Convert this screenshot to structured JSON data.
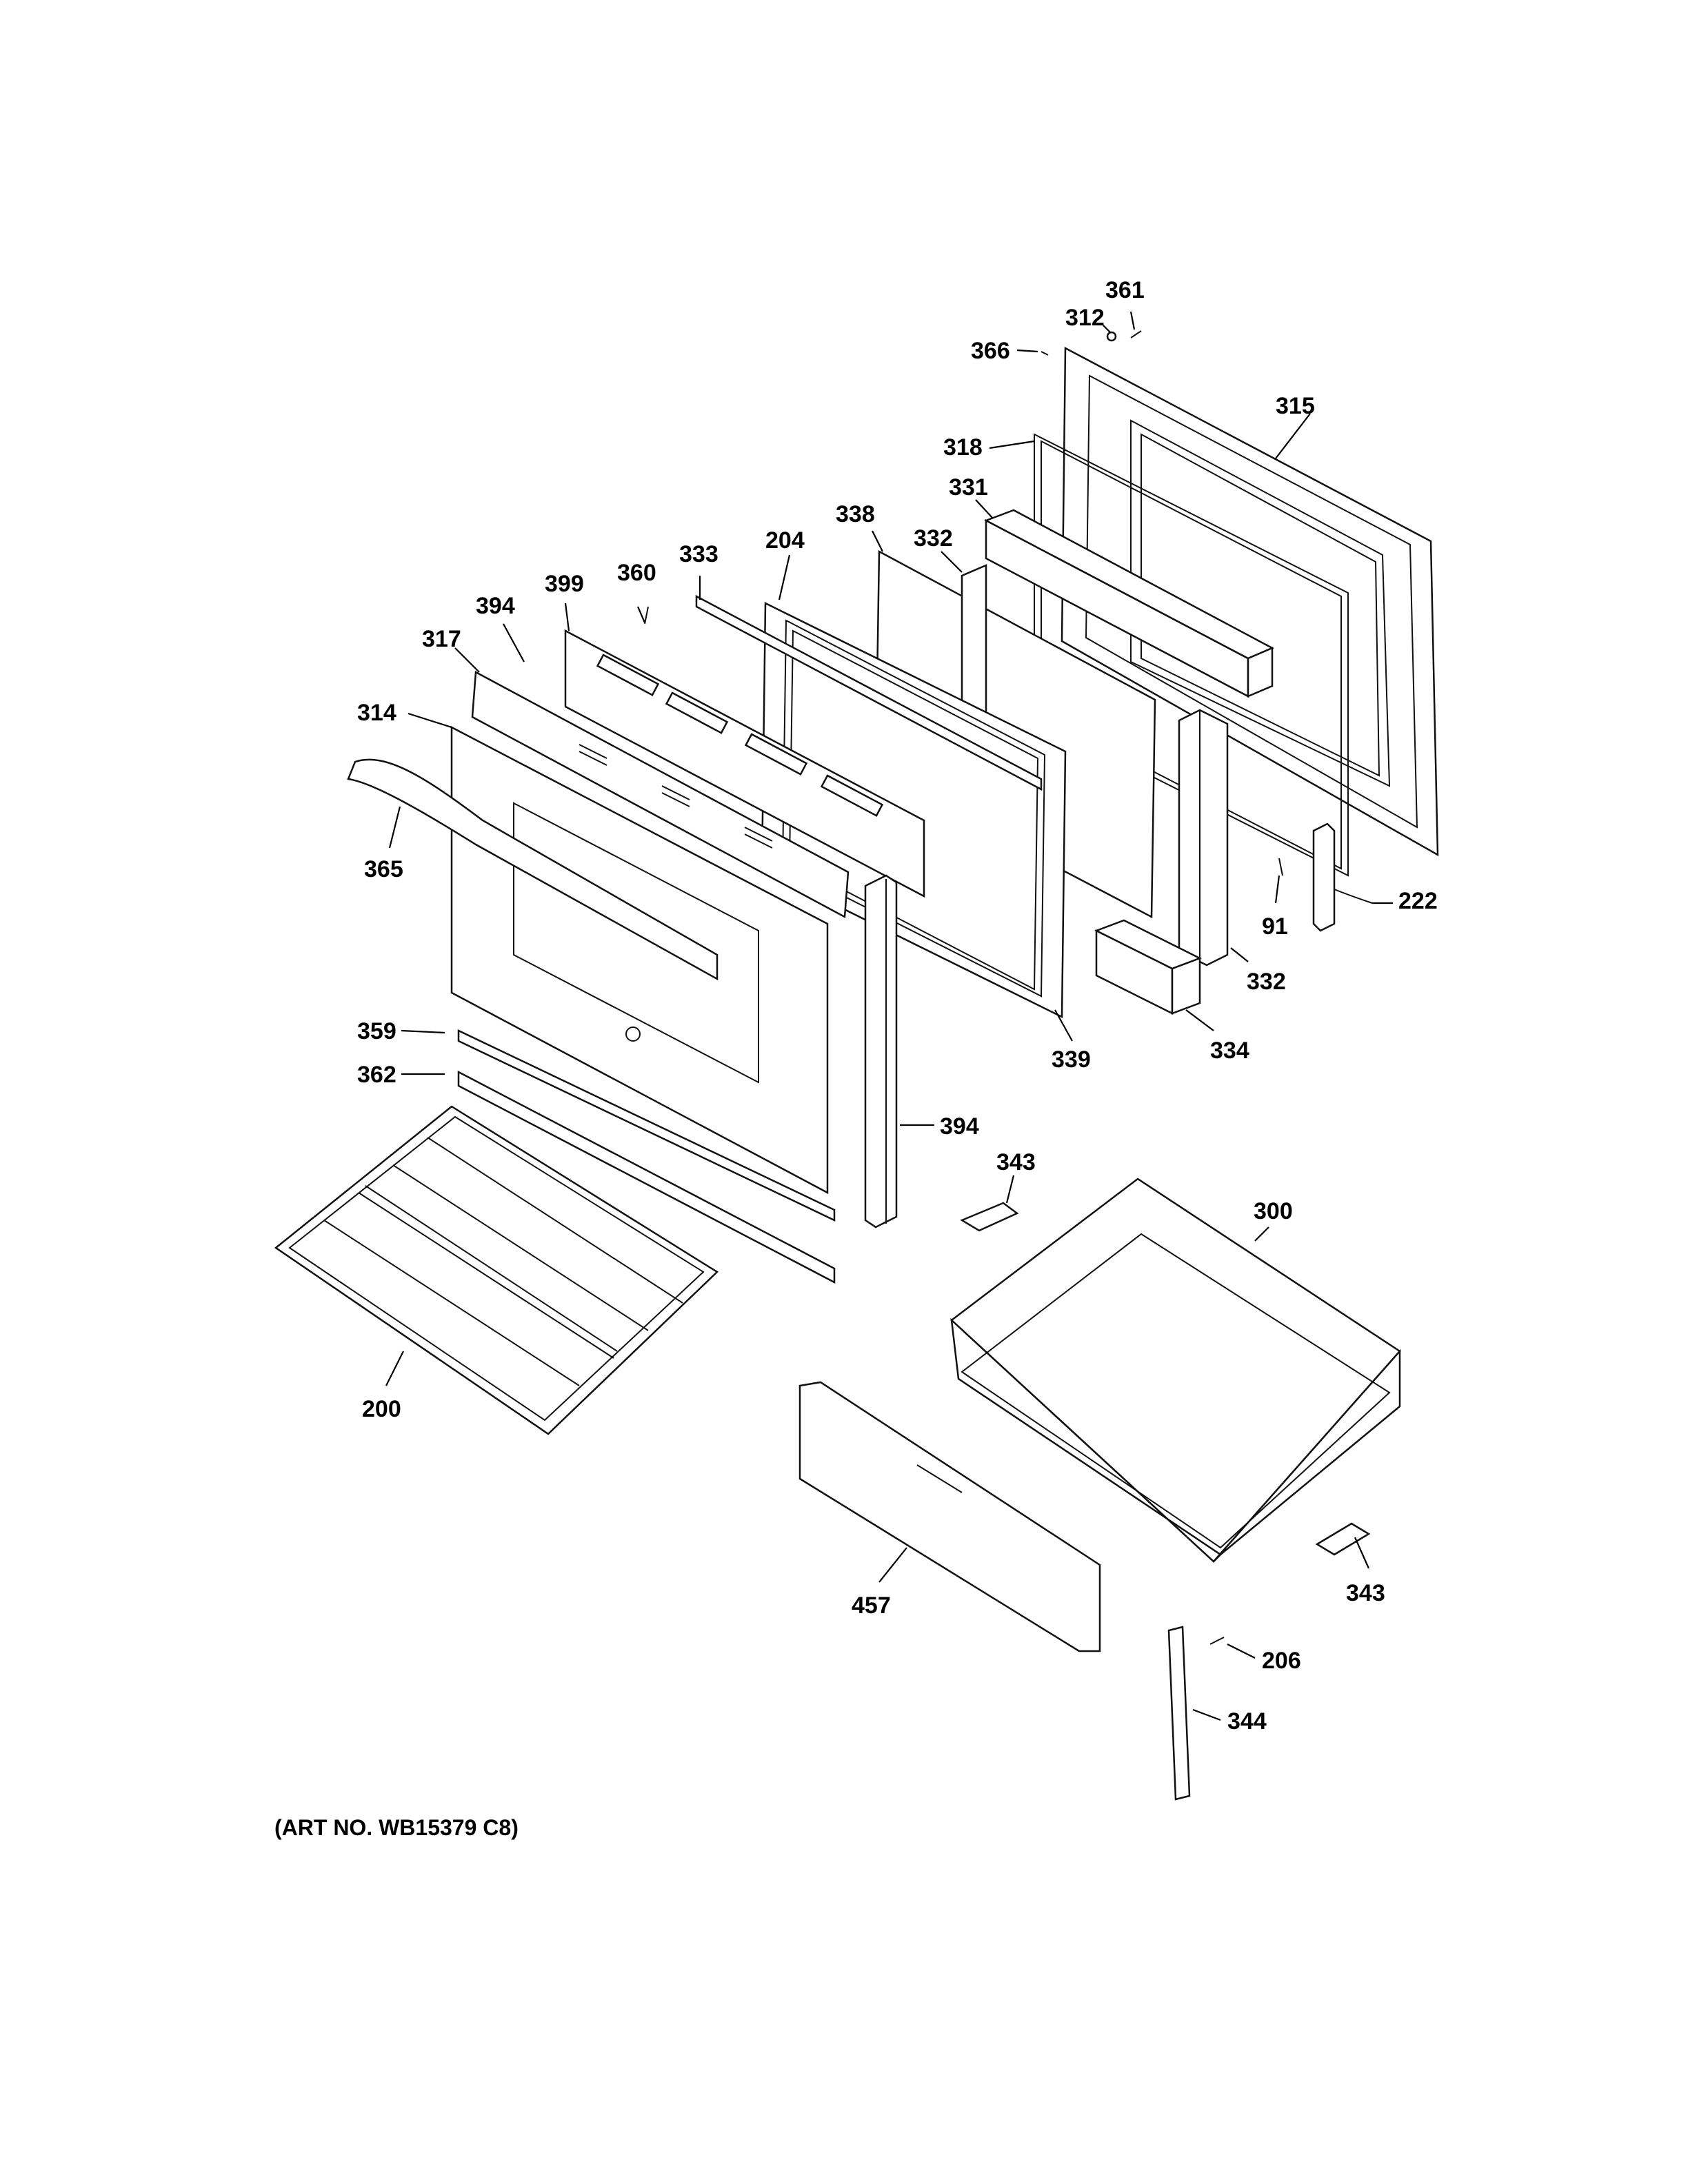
{
  "art_number": "(ART NO. WB15379 C8)",
  "labels": {
    "l361": "361",
    "l312": "312",
    "l366": "366",
    "l315": "315",
    "l318": "318",
    "l331": "331",
    "l338": "338",
    "l332a": "332",
    "l204": "204",
    "l333": "333",
    "l360": "360",
    "l399": "399",
    "l394a": "394",
    "l317": "317",
    "l314": "314",
    "l365": "365",
    "l91": "91",
    "l222": "222",
    "l332b": "332",
    "l334": "334",
    "l339": "339",
    "l359": "359",
    "l362": "362",
    "l394b": "394",
    "l343a": "343",
    "l300": "300",
    "l200": "200",
    "l457": "457",
    "l343b": "343",
    "l206": "206",
    "l344": "344"
  }
}
